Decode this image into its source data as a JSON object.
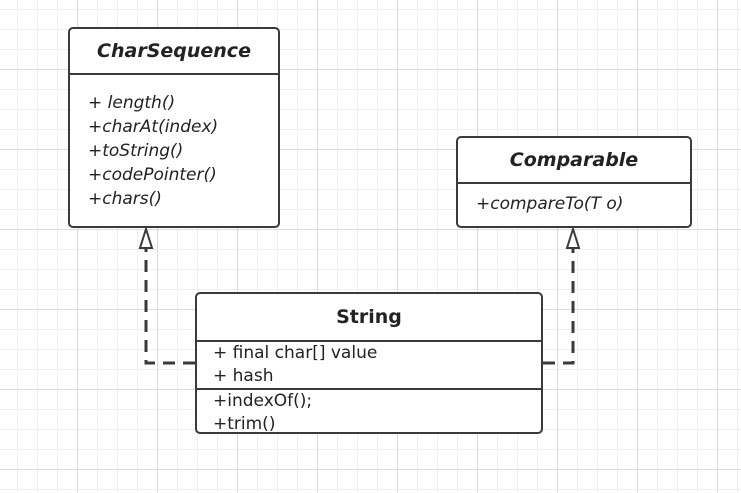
{
  "charsequence": {
    "name": "CharSequence",
    "methods": [
      "+ length()",
      "+charAt(index)",
      "+toString()",
      "+codePointer()",
      "+chars()"
    ]
  },
  "comparable": {
    "name": "Comparable",
    "methods": [
      "+compareTo(T o)"
    ]
  },
  "string": {
    "name": "String",
    "attributes": [
      "+ final char[] value",
      "+ hash"
    ],
    "methods": [
      "+indexOf();",
      "+trim()"
    ]
  },
  "colors": {
    "grid_major": "#dcdcdc",
    "grid_minor": "#efefef",
    "line": "#3a3a3a"
  }
}
